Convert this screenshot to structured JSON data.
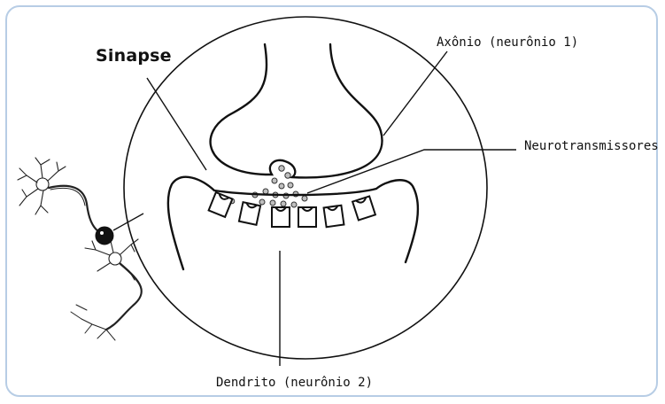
{
  "diagram": {
    "title": "Sinapse",
    "labels": {
      "axon": "Axônio (neurônio 1)",
      "neurotransmitters": "Neurotransmissores",
      "dendrite": "Dendrito (neurônio 2)"
    },
    "colors": {
      "frame_border": "#b7cde5",
      "stroke": "#111111",
      "vesicle_fill": "#bfbfbf"
    }
  }
}
